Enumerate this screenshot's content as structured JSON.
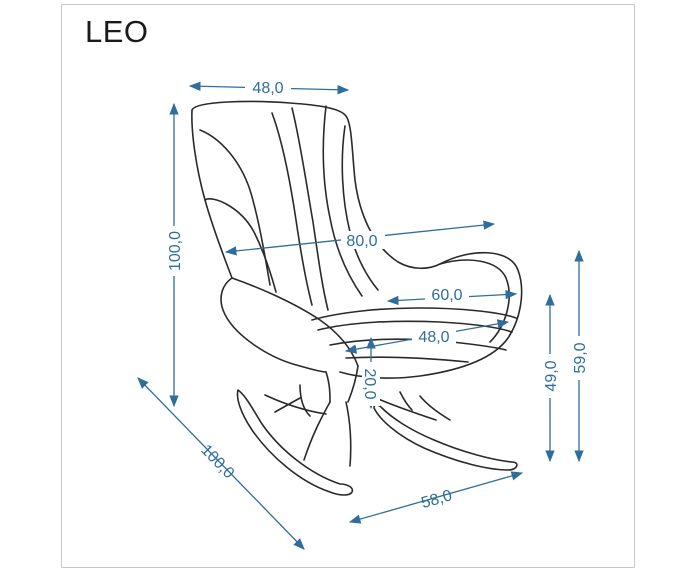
{
  "product": {
    "name": "LEO"
  },
  "dimensions": {
    "back_width": "48,0",
    "overall_height": "100,0",
    "overall_depth_diagonal": "100,0",
    "seat_to_back_depth": "80,0",
    "armrest_width": "60,0",
    "seat_depth": "48,0",
    "cushion_thickness": "20,0",
    "seat_height": "49,0",
    "armrest_height": "59,0",
    "base_width": "58,0"
  },
  "colors": {
    "dimension": "#2f6e9a",
    "line_art": "#2a2a2a",
    "frame": "#c9c9c9"
  }
}
